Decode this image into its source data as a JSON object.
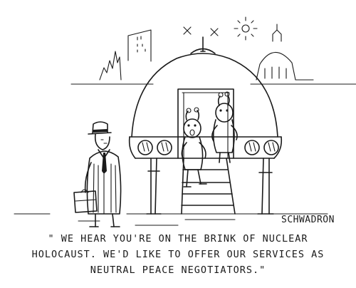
{
  "signature": "SCHWADRON",
  "caption": {
    "lines": [
      "\" WE HEAR YOU'RE ON THE BRINK OF NUCLEAR",
      "HOLOCAUST. WE'D LIKE TO OFFER OUR SERVICES AS",
      "NEUTRAL PEACE NEGOTIATORS.\""
    ]
  }
}
